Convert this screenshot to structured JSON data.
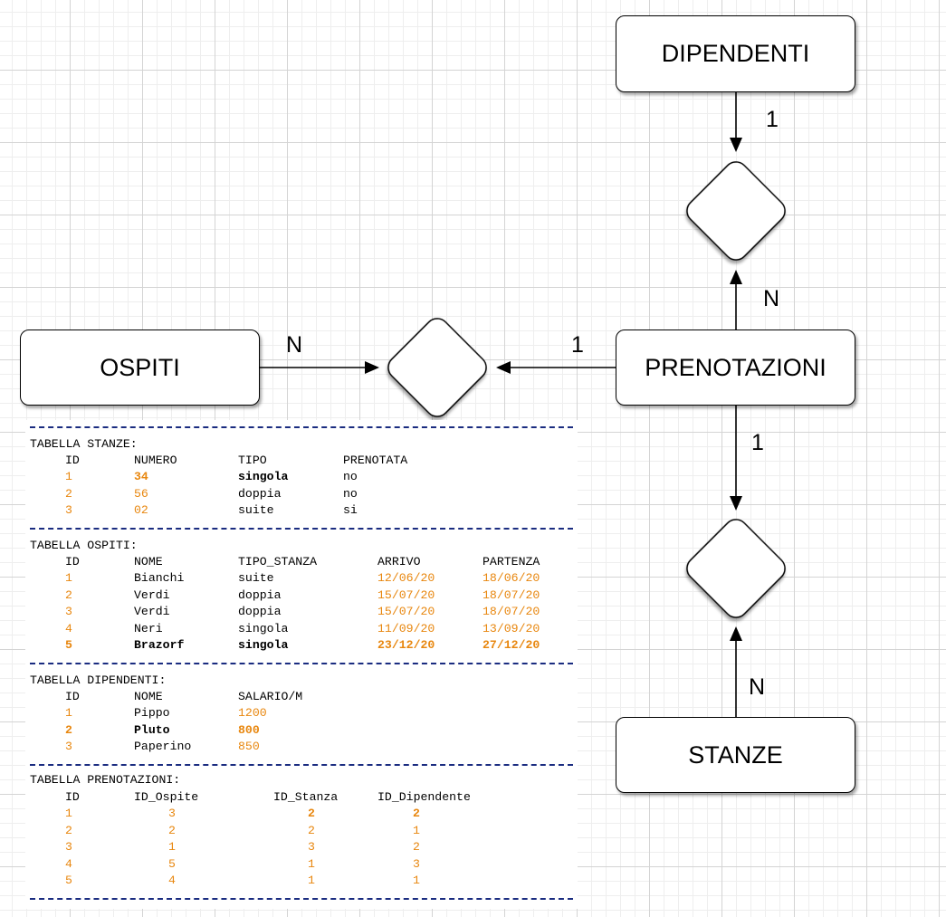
{
  "entities": {
    "dipendenti": "DIPENDENTI",
    "ospiti": "OSPITI",
    "prenotazioni": "PRENOTAZIONI",
    "stanze": "STANZE"
  },
  "cardinalities": {
    "dipendenti_side": "1",
    "prenotazioni_to_dip": "N",
    "ospiti_side": "N",
    "prenotazioni_to_osp": "1",
    "prenotazioni_to_stanze": "1",
    "stanze_side": "N"
  },
  "colors": {
    "value_orange": "#e8870f",
    "separator_navy": "#1a2c80"
  },
  "tables": {
    "stanze": {
      "title": "TABELLA STANZE:",
      "headers": [
        "ID",
        "NUMERO",
        "TIPO",
        "PRENOTATA"
      ],
      "rows": [
        [
          "1",
          "34",
          "singola",
          "no"
        ],
        [
          "2",
          "56",
          "doppia",
          "no"
        ],
        [
          "3",
          "02",
          "suite",
          "si"
        ]
      ]
    },
    "ospiti": {
      "title": "TABELLA OSPITI:",
      "headers": [
        "ID",
        "NOME",
        "TIPO_STANZA",
        "ARRIVO",
        "PARTENZA"
      ],
      "rows": [
        [
          "1",
          "Bianchi",
          "suite",
          "12/06/20",
          "18/06/20"
        ],
        [
          "2",
          "Verdi",
          "doppia",
          "15/07/20",
          "18/07/20"
        ],
        [
          "3",
          "Verdi",
          "doppia",
          "15/07/20",
          "18/07/20"
        ],
        [
          "4",
          "Neri",
          "singola",
          "11/09/20",
          "13/09/20"
        ],
        [
          "5",
          "Brazorf",
          "singola",
          "23/12/20",
          "27/12/20"
        ]
      ]
    },
    "dipendenti": {
      "title": "TABELLA DIPENDENTI:",
      "headers": [
        "ID",
        "NOME",
        "SALARIO/M"
      ],
      "rows": [
        [
          "1",
          "Pippo",
          "1200"
        ],
        [
          "2",
          "Pluto",
          "800"
        ],
        [
          "3",
          "Paperino",
          "850"
        ]
      ]
    },
    "prenotazioni": {
      "title": "TABELLA PRENOTAZIONI:",
      "headers": [
        "ID",
        "ID_Ospite",
        "ID_Stanza",
        "ID_Dipendente"
      ],
      "rows": [
        [
          "1",
          "3",
          "2",
          "2"
        ],
        [
          "2",
          "2",
          "2",
          "1"
        ],
        [
          "3",
          "1",
          "3",
          "2"
        ],
        [
          "4",
          "5",
          "1",
          "3"
        ],
        [
          "5",
          "4",
          "1",
          "1"
        ]
      ]
    }
  }
}
